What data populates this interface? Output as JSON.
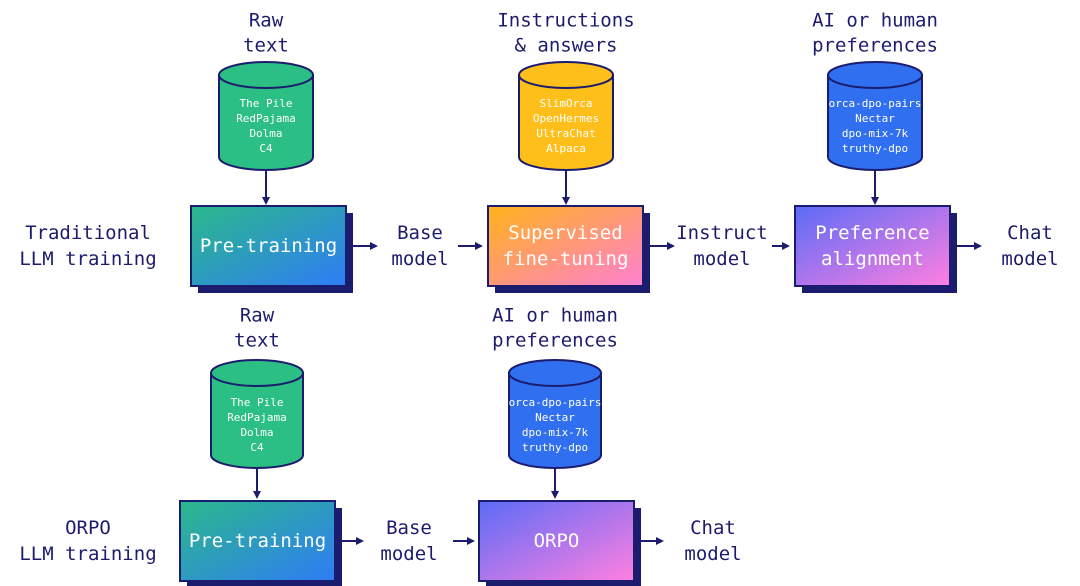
{
  "traditional": {
    "row_label": [
      "Traditional",
      "LLM training"
    ],
    "datasets": [
      {
        "title": [
          "Raw",
          "text"
        ],
        "items": [
          "The Pile",
          "RedPajama",
          "Dolma",
          "C4"
        ],
        "color": "#2bbf83"
      },
      {
        "title": [
          "Instructions",
          "& answers"
        ],
        "items": [
          "SlimOrca",
          "OpenHermes",
          "UltraChat",
          "Alpaca"
        ],
        "color": "#ffbf1a"
      },
      {
        "title": [
          "AI or human",
          "preferences"
        ],
        "items": [
          "orca-dpo-pairs",
          "Nectar",
          "dpo-mix-7k",
          "truthy-dpo"
        ],
        "color": "#2f6ff0"
      }
    ],
    "stages": [
      {
        "label": [
          "Pre-training"
        ]
      },
      {
        "label": [
          "Supervised",
          "fine-tuning"
        ]
      },
      {
        "label": [
          "Preference",
          "alignment"
        ]
      }
    ],
    "outputs": [
      [
        "Base",
        "model"
      ],
      [
        "Instruct",
        "model"
      ],
      [
        "Chat",
        "model"
      ]
    ]
  },
  "orpo": {
    "row_label": [
      "ORPO",
      "LLM training"
    ],
    "datasets": [
      {
        "title": [
          "Raw",
          "text"
        ],
        "items": [
          "The Pile",
          "RedPajama",
          "Dolma",
          "C4"
        ],
        "color": "#2bbf83"
      },
      {
        "title": [
          "AI or human",
          "preferences"
        ],
        "items": [
          "orca-dpo-pairs",
          "Nectar",
          "dpo-mix-7k",
          "truthy-dpo"
        ],
        "color": "#2f6ff0"
      }
    ],
    "stages": [
      {
        "label": [
          "Pre-training"
        ]
      },
      {
        "label": [
          "ORPO"
        ]
      }
    ],
    "outputs": [
      [
        "Base",
        "model"
      ],
      [
        "Chat",
        "model"
      ]
    ]
  },
  "colors": {
    "text": "#1c1c6e",
    "arrow": "#1c1c6e",
    "box_shadow": "#1c1c6e",
    "gradient_pretraining": [
      "#2bb98a",
      "#2f7cf6"
    ],
    "gradient_sft": [
      "#ffb31a",
      "#ff7fd2"
    ],
    "gradient_pref": [
      "#5b6cf7",
      "#ff7fe0"
    ]
  }
}
